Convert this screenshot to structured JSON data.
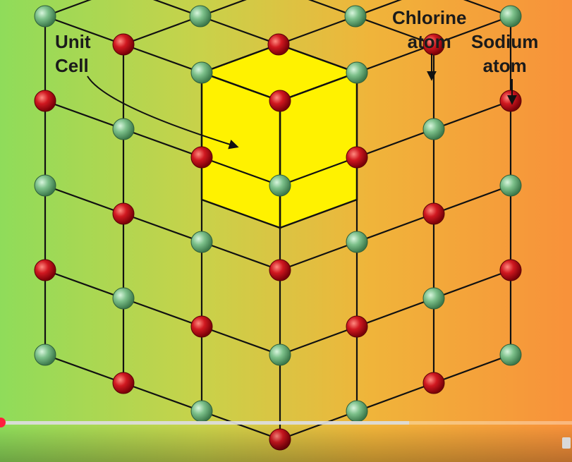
{
  "diagram": {
    "labels": {
      "unit_cell": [
        "Unit",
        "Cell"
      ],
      "chlorine": [
        "Chlorine",
        "atom"
      ],
      "sodium": [
        "Sodium",
        "atom"
      ]
    },
    "colors": {
      "sodium": "#c8101a",
      "chlorine": "#6fb27a",
      "unit_cell_fill": "#fff200",
      "lines": "#111111"
    }
  },
  "player": {
    "progress": 0.715,
    "icons": [
      "progress-bar",
      "scrub-handle-icon",
      "captions-icon"
    ]
  }
}
